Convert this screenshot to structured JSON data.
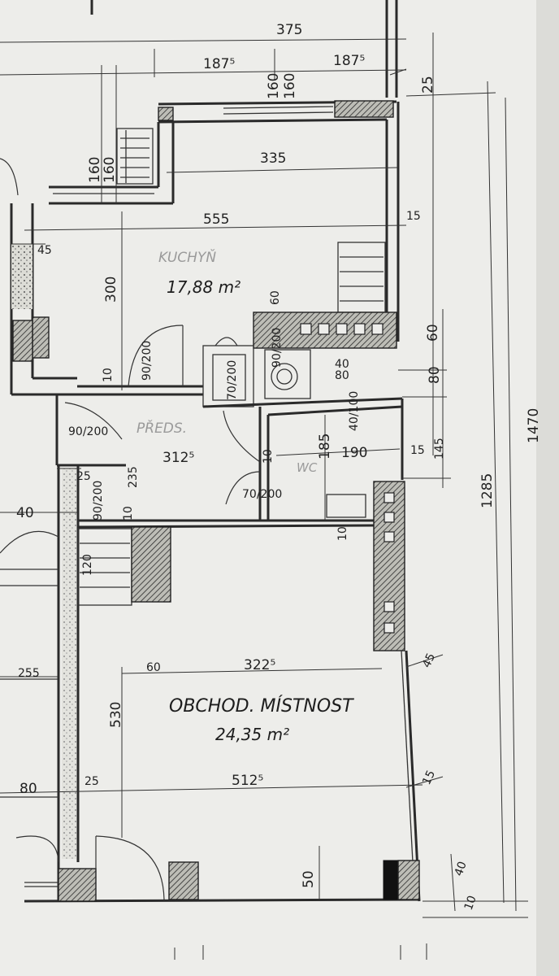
{
  "rooms": {
    "kitchen": {
      "name": "KUCHYŇ",
      "area": "17,88 m²"
    },
    "hall": {
      "name": "PŘEDS."
    },
    "bath": {
      "name": "WC"
    },
    "shop": {
      "name": "OBCHOD. MÍSTNOST",
      "area": "24,35 m²"
    }
  },
  "dims": {
    "d375": "375",
    "d1875a": "187⁵",
    "d1875b": "187⁵",
    "d160a": "160",
    "d160b": "160",
    "d160c": "160",
    "d160d": "160",
    "d25a": "25",
    "d335": "335",
    "d15a": "15",
    "d555": "555",
    "d45a": "45",
    "d300": "300",
    "d60a": "60",
    "d60b": "60",
    "d90200a": "90/200",
    "d10a": "10",
    "d90200b": "90/200",
    "d90200c": "90/200",
    "d3125": "312⁵",
    "d70200a": "70/200",
    "d70200b": "70/200",
    "d40a": "40",
    "d80a": "80",
    "d80b": "80",
    "d40100": "40/100",
    "d185": "185",
    "d190": "190",
    "d15b": "15",
    "d145": "145",
    "d1470": "1470",
    "d1285": "1285",
    "d25b": "25",
    "d235": "235",
    "d40b": "40",
    "d90200d": "90/200",
    "d10b": "10",
    "d10c": "10",
    "d10d": "10",
    "d120": "120",
    "d255": "255",
    "d60c": "60",
    "d3225": "322⁵",
    "d45b": "45",
    "d530": "530",
    "d80c": "80",
    "d25c": "25",
    "d5125": "512⁵",
    "d15c": "15",
    "d50": "50",
    "d40c": "40",
    "d10e": "10"
  }
}
